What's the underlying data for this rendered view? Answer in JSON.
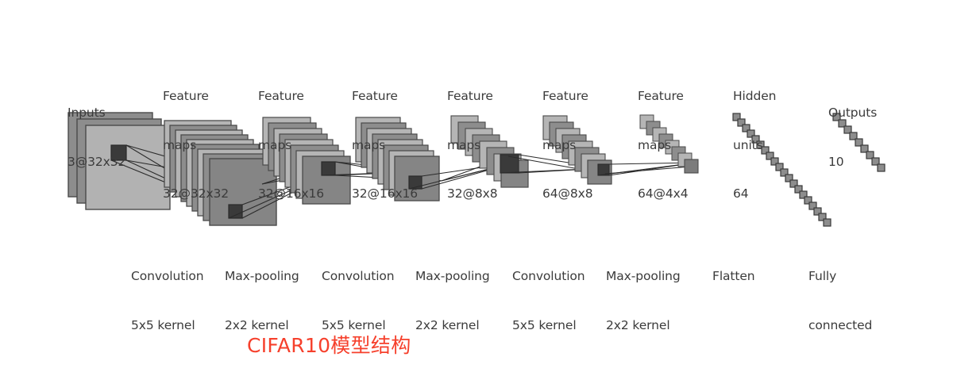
{
  "caption": {
    "text": "CIFAR10模型结构",
    "color": "#f6402c"
  },
  "palette": {
    "background": "#ffffff",
    "text": "#3b3b3b",
    "map_light": "#b5b5b5",
    "map_dark": "#8d8d8d",
    "map_mid": "#9a9a9a",
    "input_front": "#b0b0b0",
    "input_back": "#7f7f7f",
    "receptive_field": "#3a3a3a",
    "outline": "#4a4a4a",
    "connector": "#2b2b2b"
  },
  "layers": [
    {
      "id": "inputs",
      "title": "Inputs",
      "subtitle": "",
      "shape": "3@32x32",
      "op_label": "",
      "op_kernel": ""
    },
    {
      "id": "conv1-maps",
      "title": "Feature",
      "subtitle": "maps",
      "shape": "32@32x32",
      "op_label": "Convolution",
      "op_kernel": "5x5 kernel"
    },
    {
      "id": "pool1-maps",
      "title": "Feature",
      "subtitle": "maps",
      "shape": "32@16x16",
      "op_label": "Max-pooling",
      "op_kernel": "2x2 kernel"
    },
    {
      "id": "conv2-maps",
      "title": "Feature",
      "subtitle": "maps",
      "shape": "32@16x16",
      "op_label": "Convolution",
      "op_kernel": "5x5 kernel"
    },
    {
      "id": "pool2-maps",
      "title": "Feature",
      "subtitle": "maps",
      "shape": "32@8x8",
      "op_label": "Max-pooling",
      "op_kernel": "2x2 kernel"
    },
    {
      "id": "conv3-maps",
      "title": "Feature",
      "subtitle": "maps",
      "shape": "64@8x8",
      "op_label": "Convolution",
      "op_kernel": "5x5 kernel"
    },
    {
      "id": "pool3-maps",
      "title": "Feature",
      "subtitle": "maps",
      "shape": "64@4x4",
      "op_label": "Max-pooling",
      "op_kernel": "2x2 kernel"
    },
    {
      "id": "hidden-units",
      "title": "Hidden",
      "subtitle": "units",
      "shape": "64",
      "op_label": "Flatten",
      "op_kernel": ""
    },
    {
      "id": "outputs",
      "title": "Outputs",
      "subtitle": "",
      "shape": "10",
      "op_label": "Fully",
      "op_kernel": "connected"
    }
  ]
}
